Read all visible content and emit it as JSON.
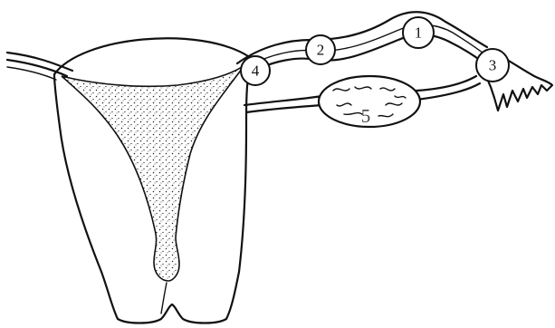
{
  "diagram": {
    "markers": [
      {
        "id": "1",
        "label": "1"
      },
      {
        "id": "2",
        "label": "2"
      },
      {
        "id": "3",
        "label": "3"
      },
      {
        "id": "4",
        "label": "4"
      },
      {
        "id": "5",
        "label": "5"
      }
    ]
  },
  "colors": {
    "ink": "#111111",
    "background": "#ffffff",
    "stipple": "#222222"
  }
}
